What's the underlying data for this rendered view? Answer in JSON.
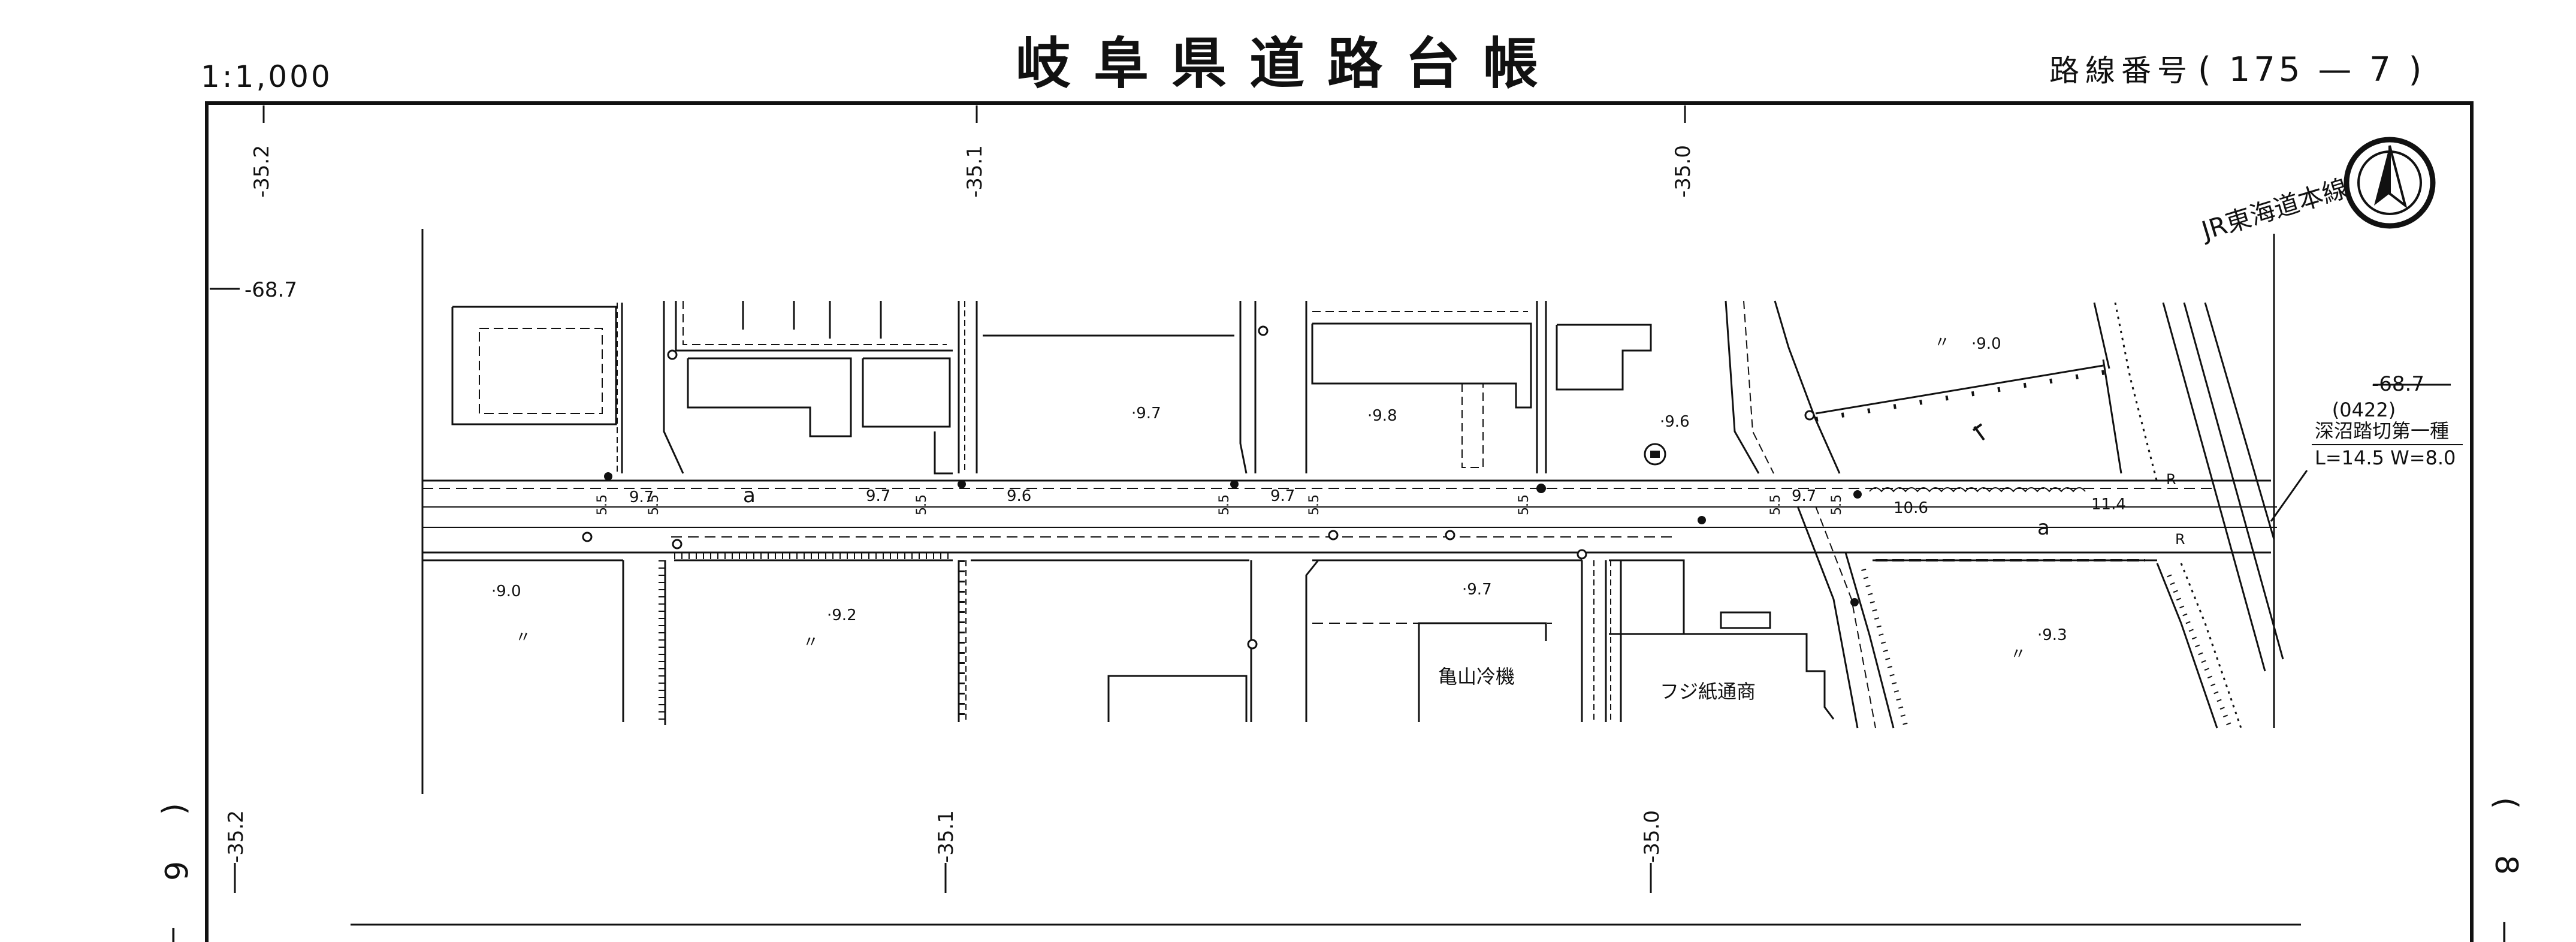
{
  "header": {
    "scale": "1:1,000",
    "title": "岐阜県道路台帳",
    "route_label": "路線番号",
    "route_number": "( 175 — 7 )"
  },
  "grid": {
    "top": [
      "-35.2",
      "-35.1",
      "-35.0"
    ],
    "bottom": [
      "-35.2",
      "-35.1",
      "-35.0"
    ],
    "left": "-68.7",
    "right": "-68.7"
  },
  "sheets": {
    "left": "( 6 —",
    "right": "( 8 —"
  },
  "north_arrow": "north-arrow",
  "railway": {
    "name": "JR東海道本線",
    "crossing_code": "(0422)",
    "crossing_name": "深沼踏切第一種",
    "crossing_dims": "L=14.5 W=8.0"
  },
  "buildings": {
    "kameyama": "亀山冷機",
    "fuji": "フジ紙通商"
  },
  "road": {
    "symbol_a_west": "a",
    "symbol_a_east": "a",
    "width_marks": [
      "5.5",
      "5.5",
      "5.5",
      "5.5",
      "5.5",
      "5.5",
      "5.5",
      "5.5"
    ],
    "road_elevations": [
      "9.7",
      "9.7",
      "9.6",
      "9.7",
      "9.7",
      "10.6",
      "11.4"
    ],
    "r_marks": [
      "R",
      "R"
    ]
  },
  "parcels": {
    "north": [
      "9.7",
      "9.8",
      "9.6",
      "9.0"
    ],
    "south": [
      "9.0",
      "9.2",
      "9.7",
      "9.3"
    ],
    "ditto": [
      "〃",
      "〃",
      "〃",
      "〃"
    ]
  },
  "icons": {
    "shrine": "shrine-symbol",
    "orchard": "orchard-symbol"
  },
  "colors": {
    "ink": "#111111",
    "paper": "#ffffff"
  }
}
